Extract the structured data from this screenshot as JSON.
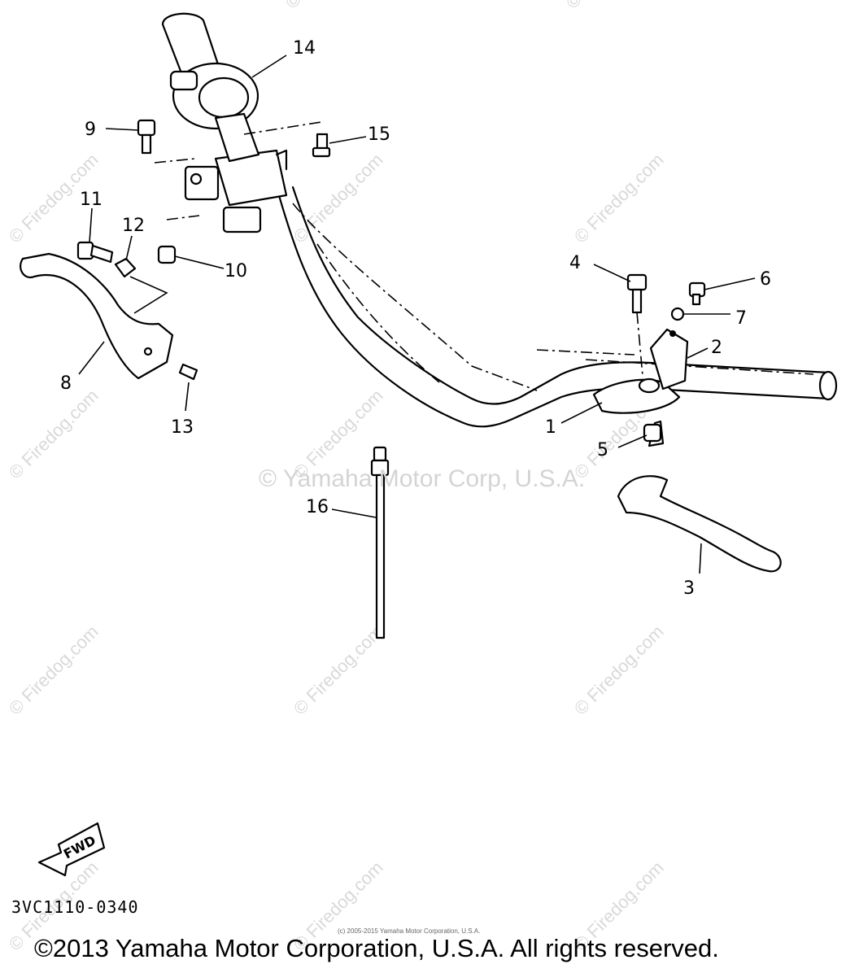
{
  "watermark_text": "© Firedog.com",
  "center_watermark": "© Yamaha Motor Corp, U.S.A.",
  "callouts": {
    "c1": "1",
    "c2": "2",
    "c3": "3",
    "c4": "4",
    "c5": "5",
    "c6": "6",
    "c7": "7",
    "c8": "8",
    "c9": "9",
    "c10": "10",
    "c11": "11",
    "c12": "12",
    "c13": "13",
    "c14": "14",
    "c15": "15",
    "c16": "16"
  },
  "fwd_label": "FWD",
  "diagram_code": "3VC1110-0340",
  "small_copyright": "(c) 2005-2015 Yamaha Motor Corporation, U.S.A.",
  "copyright": "©2013 Yamaha Motor Corporation, U.S.A. All rights reserved."
}
